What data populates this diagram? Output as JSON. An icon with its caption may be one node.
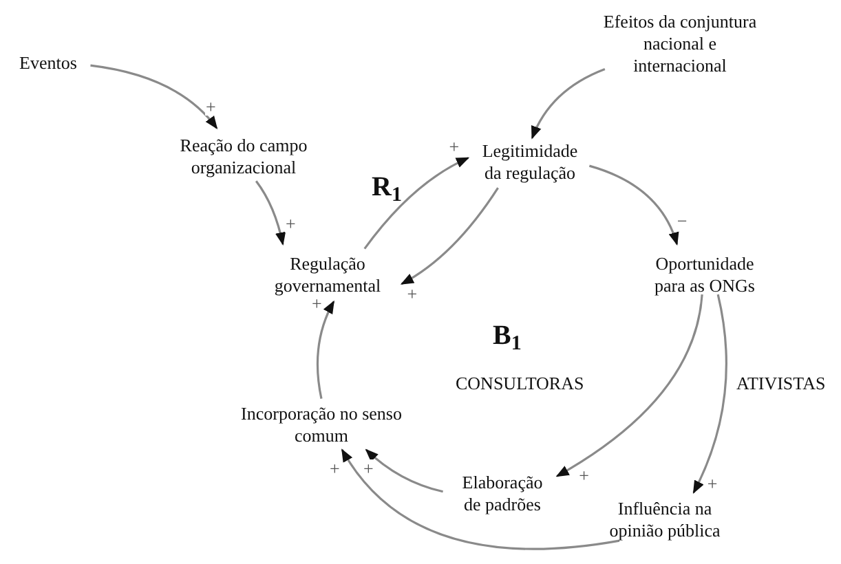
{
  "diagram": {
    "nodes": [
      {
        "text": [
          "Eventos"
        ]
      },
      {
        "text": [
          "Reação do campo organizacional"
        ]
      },
      {
        "text": [
          "Efeitos da conjuntura nacional e internacional"
        ]
      },
      {
        "text": [
          "Legitimidade da regulação"
        ]
      },
      {
        "text": [
          "Regulação governamental"
        ]
      },
      {
        "text": [
          "Oportunidade para as ONGs"
        ]
      },
      {
        "text": [
          "Incorporação no senso comum"
        ]
      },
      {
        "text": [
          "Elaboração de padrões"
        ]
      },
      {
        "text": [
          "Influência na opinião pública"
        ]
      }
    ],
    "edges": [
      {
        "from": 0,
        "to": 1,
        "arrow": "to",
        "label": "+"
      },
      {
        "from": 1,
        "to": 4,
        "arrow": "to",
        "label": "+"
      },
      {
        "from": 2,
        "to": 3,
        "arrow": "to"
      },
      {
        "from": 4,
        "to": 3,
        "arrow": "to",
        "label": "+"
      },
      {
        "from": 3,
        "to": 4,
        "arrow": "to",
        "label": "+"
      },
      {
        "from": 3,
        "to": 5,
        "arrow": "to",
        "label": "−"
      },
      {
        "from": 6,
        "to": 4,
        "arrow": "to",
        "label": "+"
      },
      {
        "from": 5,
        "to": 7,
        "arrow": "to",
        "label": "+"
      },
      {
        "from": 5,
        "to": 8,
        "arrow": "to",
        "label": "+"
      },
      {
        "from": 7,
        "to": 6,
        "arrow": "to",
        "label": "+"
      },
      {
        "from": 8,
        "to": 6,
        "arrow": "to",
        "label": "+"
      }
    ],
    "labels": [
      "R$_{1}$",
      "B$_{1}$",
      "CONSULTORAS",
      "ATIVISTAS"
    ]
  }
}
